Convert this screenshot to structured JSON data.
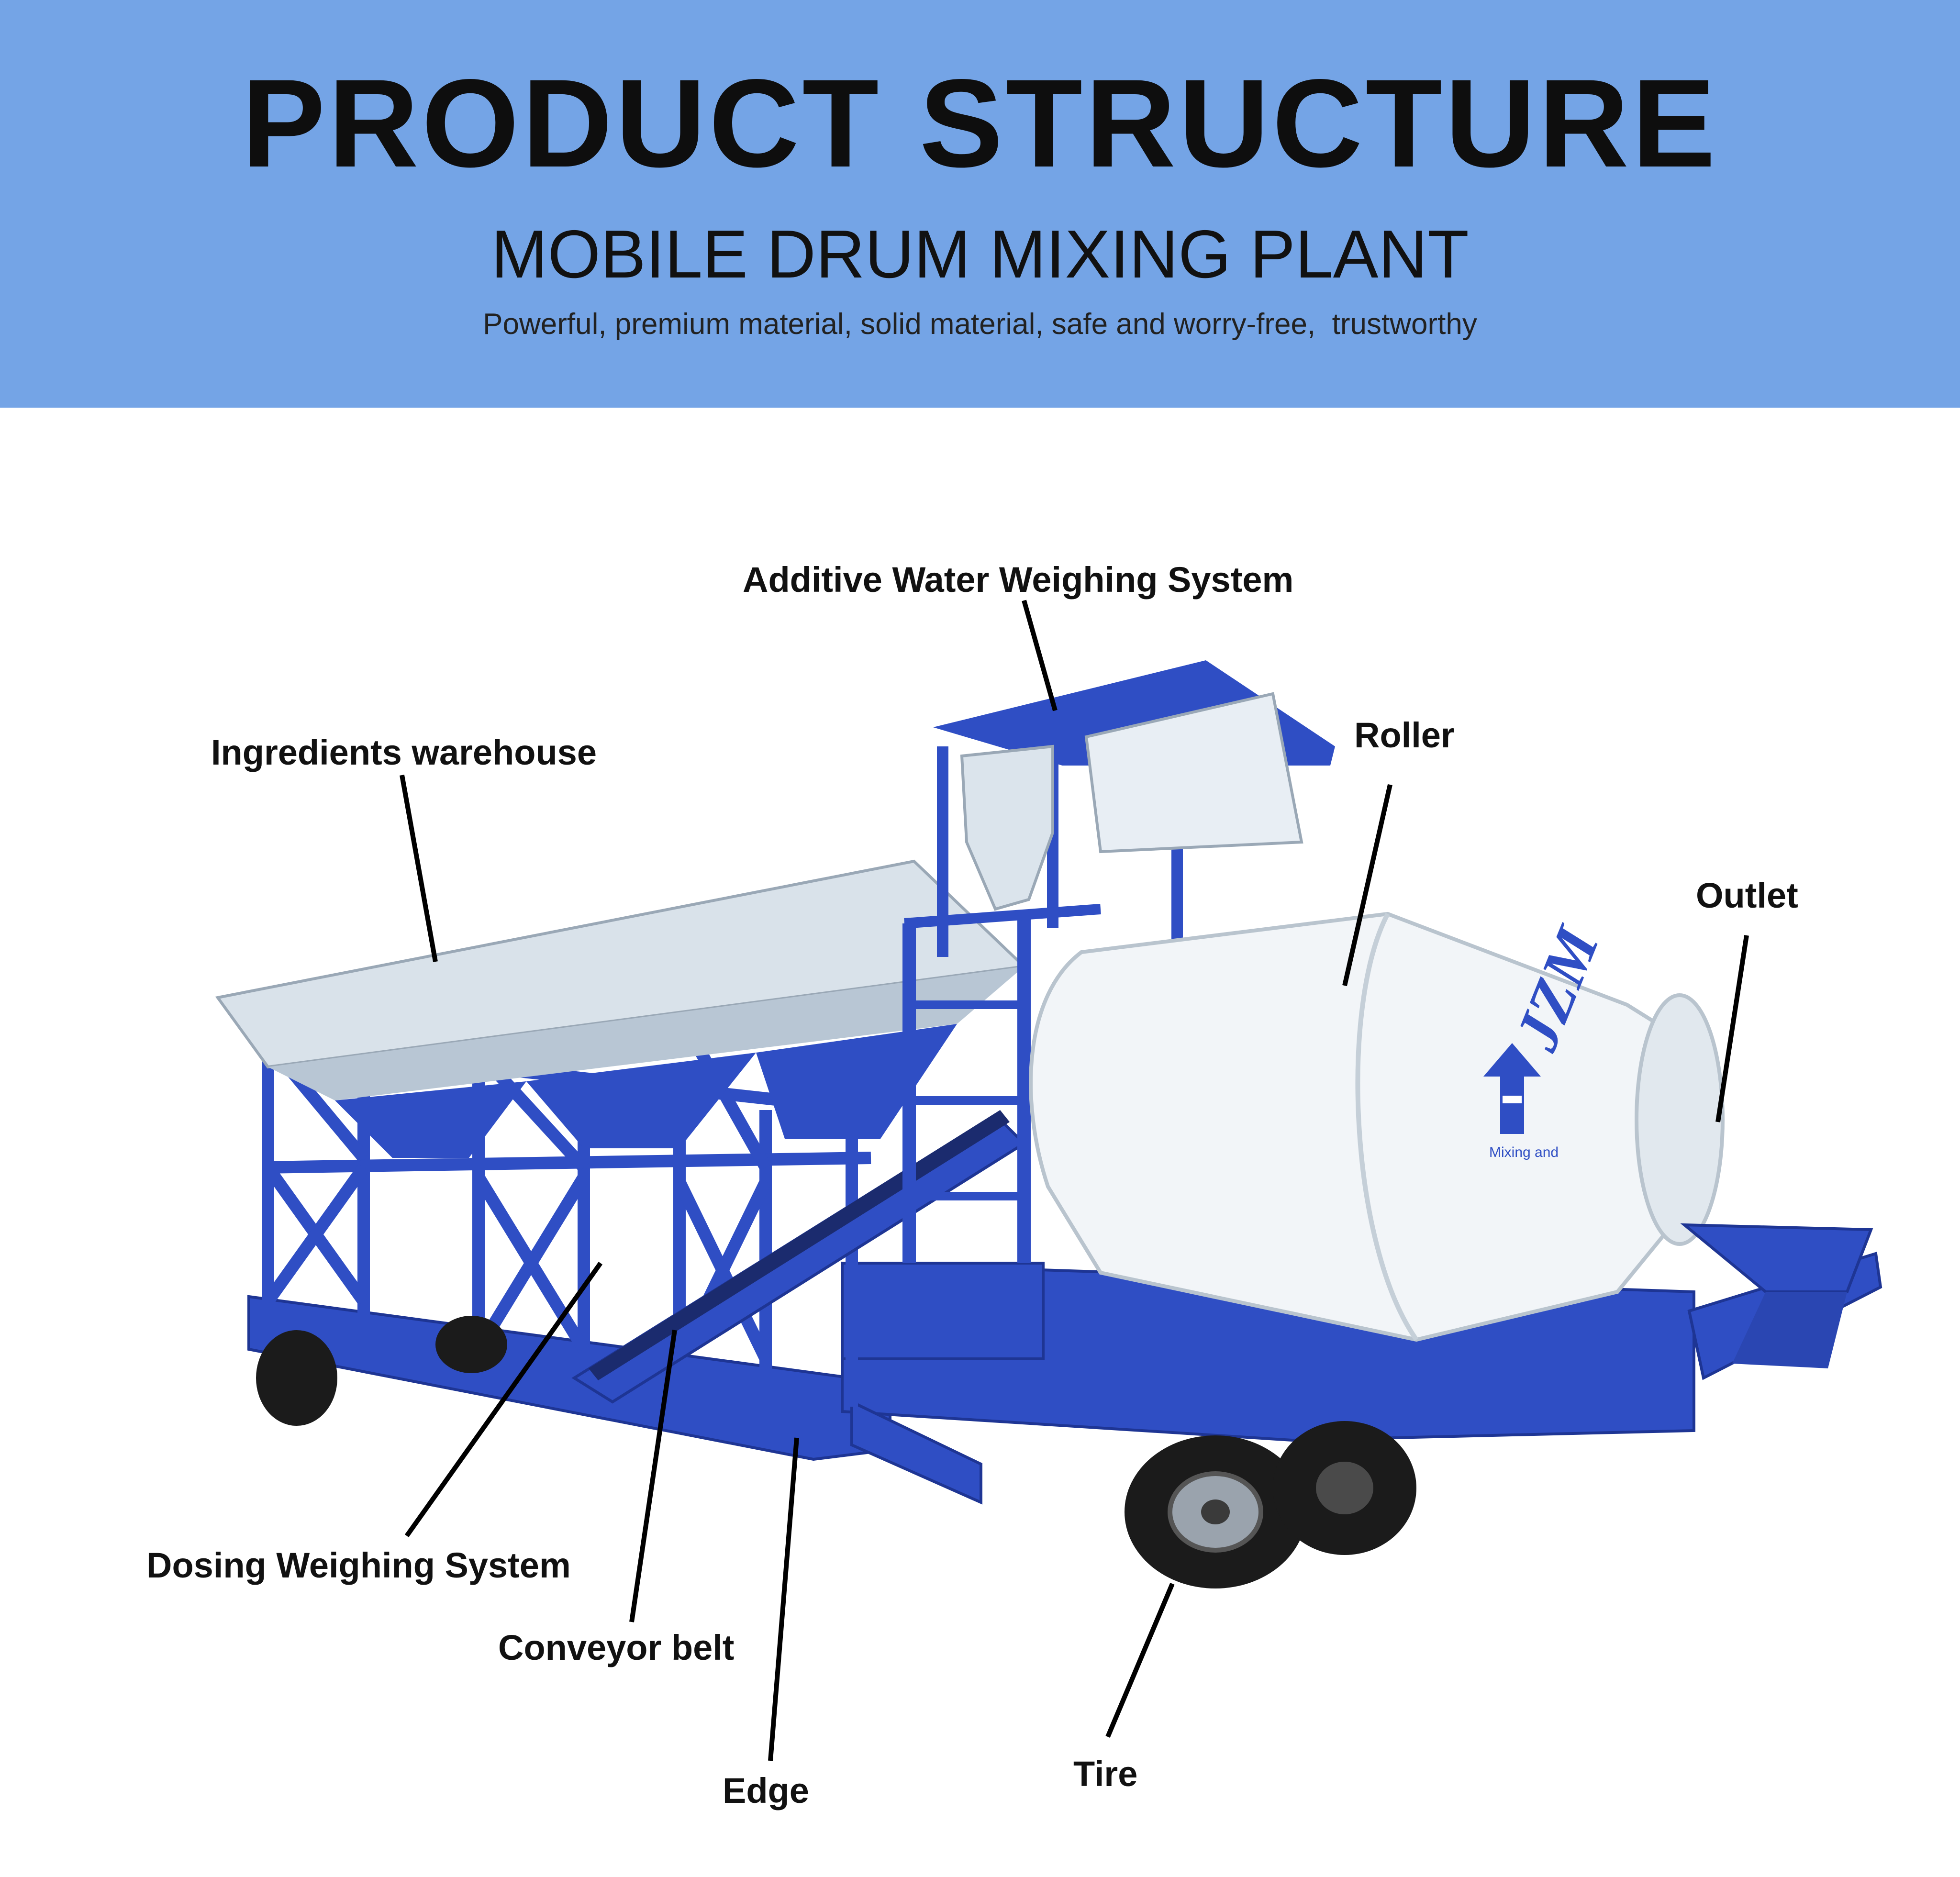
{
  "header": {
    "title": "PRODUCT STRUCTURE",
    "subtitle": "MOBILE DRUM MIXING PLANT",
    "tagline": "Powerful, premium material, solid material, safe and worry-free,  trustworthy"
  },
  "drum_markings": {
    "logo_text": "JZM",
    "arrow_caption": "Mixing and"
  },
  "labels": {
    "additive_water": "Additive Water Weighing System",
    "ingredients": "Ingredients warehouse",
    "roller": "Roller",
    "outlet": "Outlet",
    "dosing": "Dosing Weighing System",
    "conveyor": "Conveyor belt",
    "edge": "Edge",
    "tire": "Tire"
  },
  "colors": {
    "banner": "#74a4e6",
    "frame_blue": "#2f4ec4",
    "drum_white": "#f2f5f8",
    "hopper_gray": "#d9e2ea"
  }
}
